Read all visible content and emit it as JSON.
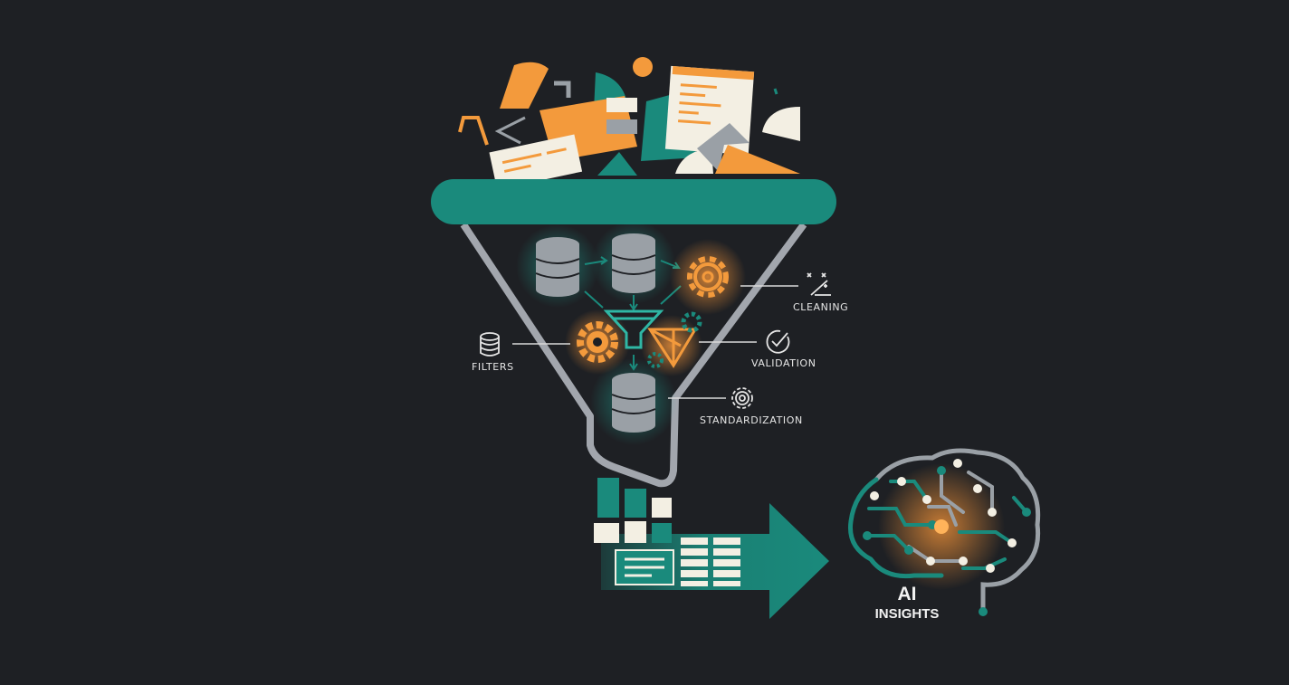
{
  "labels": {
    "cleaning": "CLEANING",
    "filters": "FILTERS",
    "validation": "VALIDATION",
    "standardization": "STANDARDIZATION",
    "ai": "AI",
    "insights": "INSIGHTS"
  },
  "icons": {
    "cleaning": "sparkle-wand-icon",
    "filters": "database-icon",
    "validation": "check-circle-icon",
    "standardization": "gear-icon",
    "output": "brain-circuit-icon"
  },
  "colors": {
    "background": "#1e2024",
    "teal": "#1a8a7c",
    "orange": "#f39a3c",
    "cream": "#f3efe3",
    "gray": "#9aa0a6",
    "funnel_outline": "#a2a6ad"
  }
}
